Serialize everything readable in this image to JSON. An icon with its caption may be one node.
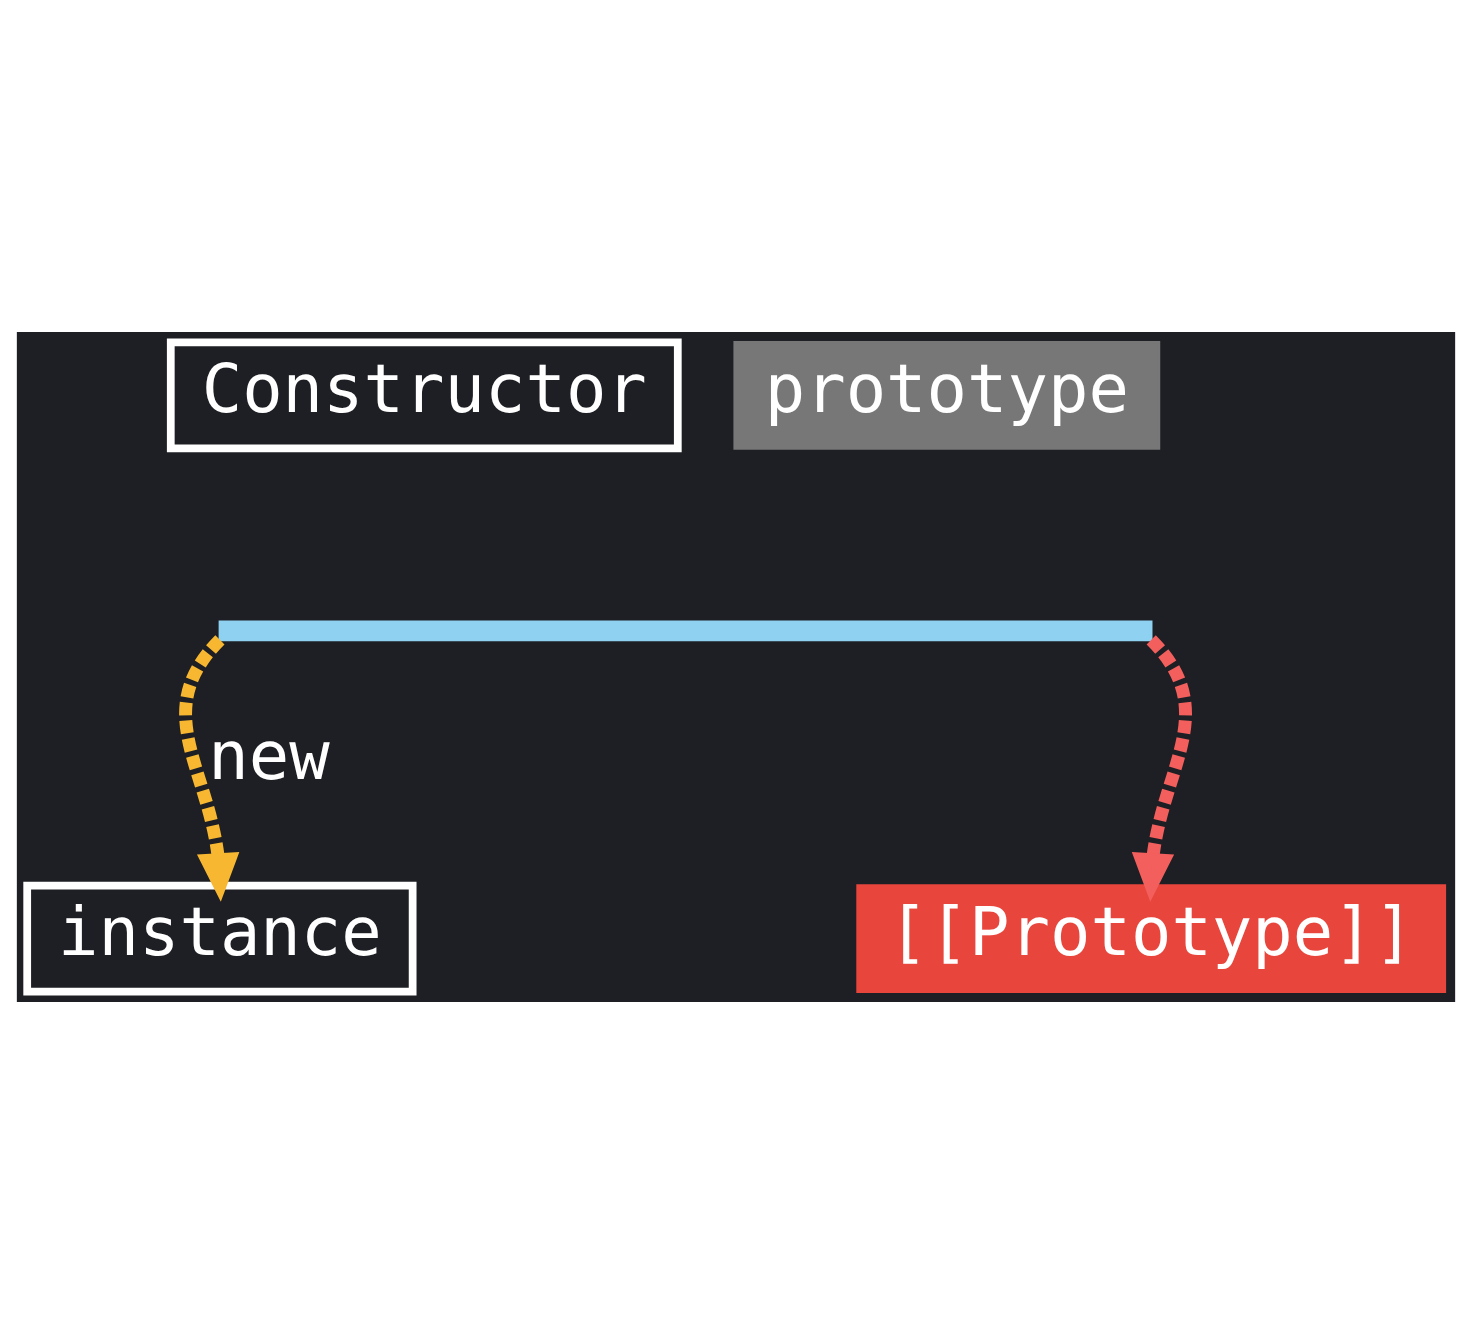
{
  "diagram": {
    "nodes": [
      {
        "text": [
          "Constructor"
        ]
      },
      {
        "text": [
          "prototype"
        ]
      },
      {
        "text": [],
        "shape": "bar"
      },
      {
        "text": [
          "instance"
        ]
      },
      {
        "text": [
          "[[Prototype]]"
        ]
      }
    ],
    "edges": [
      {
        "from": 2,
        "to": 3,
        "arrow": "to",
        "label": "new",
        "style": "dashed",
        "color": "#f7b731"
      },
      {
        "from": 2,
        "to": 4,
        "arrow": "to",
        "style": "dashed",
        "color": "#f25f5c"
      }
    ]
  }
}
